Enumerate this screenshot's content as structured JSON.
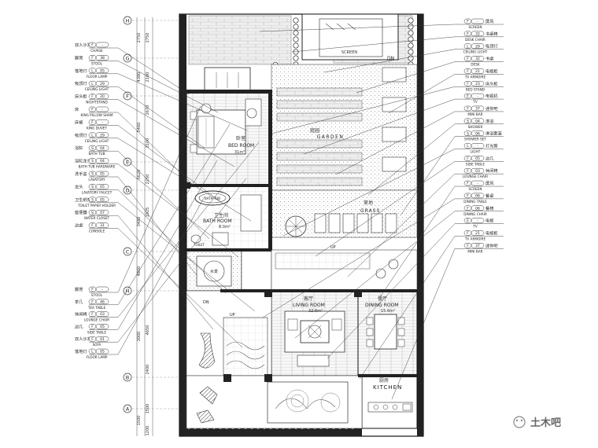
{
  "grid": {
    "left_letters": [
      "H",
      "G",
      "F",
      "E",
      "D",
      "C",
      "H",
      "B",
      "A"
    ],
    "dims_outer": [
      "2750",
      "4380",
      "5460",
      "5620",
      "3480",
      "4800",
      "3000",
      "1500"
    ],
    "dims_inner": [
      "2750",
      "2100",
      "2670",
      "3100",
      "2250",
      "1925",
      "4650",
      "2400",
      "1500",
      "1200"
    ]
  },
  "left_legend": [
    {
      "cn": "双人沙发",
      "code": "F",
      "num": "-",
      "en": "CHAISE"
    },
    {
      "cn": "脚凳",
      "code": "F",
      "num": "38",
      "en": "STOOL"
    },
    {
      "cn": "落地灯",
      "code": "L",
      "num": "05",
      "en": "FLOOR LAMP"
    },
    {
      "cn": "吸顶灯",
      "code": "L",
      "num": "29",
      "en": "CEILING LIGHT"
    },
    {
      "cn": "床头柜",
      "code": "F",
      "num": "20",
      "en": "NIGHTSTAND"
    },
    {
      "cn": "床",
      "code": "F",
      "num": "-",
      "en": "KING PILLOW SHAM"
    },
    {
      "cn": "床被",
      "code": "F",
      "num": "-",
      "en": "KING DUVET"
    },
    {
      "cn": "吸顶灯",
      "code": "L",
      "num": "29",
      "en": "CEILING LIGHT"
    },
    {
      "cn": "浴缸",
      "code": "S",
      "num": "04",
      "en": "BATH TUB"
    },
    {
      "cn": "浴缸龙头",
      "code": "S",
      "num": "04",
      "en": "BATH TUB HARDWARE"
    },
    {
      "cn": "洗手盆",
      "code": "S",
      "num": "05",
      "en": "LAVATORY"
    },
    {
      "cn": "龙头",
      "code": "S",
      "num": "05",
      "en": "LAVATORY FAUCET"
    },
    {
      "cn": "卫生纸架",
      "code": "S",
      "num": "05",
      "en": "TOILET PAPER HOLDER"
    },
    {
      "cn": "座便器",
      "code": "S",
      "num": "07",
      "en": "WATER CLOSET"
    },
    {
      "cn": "边桌",
      "code": "F",
      "num": "31",
      "en": "CONSOLE"
    },
    {
      "cn": "脚凳",
      "code": "F",
      "num": "-",
      "en": "STOOL"
    },
    {
      "cn": "茶几",
      "code": "F",
      "num": "46",
      "en": "TEA TABLE"
    },
    {
      "cn": "休闲椅",
      "code": "F",
      "num": "03",
      "en": "LOUNGE CHAIR"
    },
    {
      "cn": "边几",
      "code": "F",
      "num": "05",
      "en": "SIDE TABLE"
    },
    {
      "cn": "双人沙发",
      "code": "F",
      "num": "01",
      "en": "SOFA"
    },
    {
      "cn": "落地灯",
      "code": "L",
      "num": "05",
      "en": "FLOOR LAMP"
    }
  ],
  "right_legend": [
    {
      "cn": "屏风",
      "code": "F",
      "num": "-",
      "en": "SCREEN"
    },
    {
      "cn": "书桌椅",
      "code": "F",
      "num": "32",
      "en": "DESK CHAIR"
    },
    {
      "cn": "吸顶灯",
      "code": "L",
      "num": "29",
      "en": "CEILING LIGHT"
    },
    {
      "cn": "书桌",
      "code": "F",
      "num": "32",
      "en": "DESK"
    },
    {
      "cn": "电视柜",
      "code": "F",
      "num": "21",
      "en": "TV ARMOIRE"
    },
    {
      "cn": "床头柜",
      "code": "F",
      "num": "23",
      "en": "BED STAND"
    },
    {
      "cn": "电视机",
      "code": "E",
      "num": "-",
      "en": "TV"
    },
    {
      "cn": "迷你吧",
      "code": "F",
      "num": "37",
      "en": "MINI BAR"
    },
    {
      "cn": "淋浴",
      "code": "S",
      "num": "04",
      "en": "SHOWER"
    },
    {
      "cn": "淋浴套装",
      "code": "S",
      "num": "06",
      "en": "SHOWER SET"
    },
    {
      "cn": "灯光照",
      "code": "L",
      "num": "-",
      "en": "LIGHT"
    },
    {
      "cn": "边几",
      "code": "F",
      "num": "05",
      "en": "SIDE TABLE"
    },
    {
      "cn": "休闲椅",
      "code": "F",
      "num": "03",
      "en": "LOUNGE CHAIR"
    },
    {
      "cn": "屏风",
      "code": "F",
      "num": "-",
      "en": "SCREEN"
    },
    {
      "cn": "餐桌",
      "code": "F",
      "num": "06",
      "en": "DINING TABLE"
    },
    {
      "cn": "餐椅",
      "code": "F",
      "num": "06",
      "en": "DINING CHAIR"
    },
    {
      "cn": "电视",
      "code": "E",
      "num": "-",
      "en": "TV"
    },
    {
      "cn": "电视柜",
      "code": "F",
      "num": "21",
      "en": "TV ARMOIRE"
    },
    {
      "cn": "迷你吧",
      "code": "F",
      "num": "37",
      "en": "MINI BAR"
    }
  ],
  "rooms": {
    "bedroom_cn": "卧室",
    "bedroom_en": "BED ROOM",
    "bedroom_area": "31m²",
    "bathroom_cn": "卫生间",
    "bathroom_en": "BATH ROOM",
    "bathroom_area": "8.0m²",
    "bathtub": "BATH TUB",
    "toilet": "TOILET",
    "garden_cn": "庭园",
    "garden_en": "GARDEN",
    "grass_cn": "草地",
    "grass_en": "GRASS",
    "living_cn": "客厅",
    "living_en": "LIVING ROOM",
    "living_area": "32.6m²",
    "dining_cn": "餐厅",
    "dining_en": "DINING ROOM",
    "dining_area": "15.6m²",
    "kitchen_cn": "厨房",
    "kitchen_en": "KITCHEN",
    "screen_label": "SCREEN",
    "water_label": "水景"
  },
  "markers": {
    "dn_top": "DN",
    "dn_left": "DN",
    "up_center": "UP",
    "up_left": "UP"
  },
  "watermark": "土木吧"
}
